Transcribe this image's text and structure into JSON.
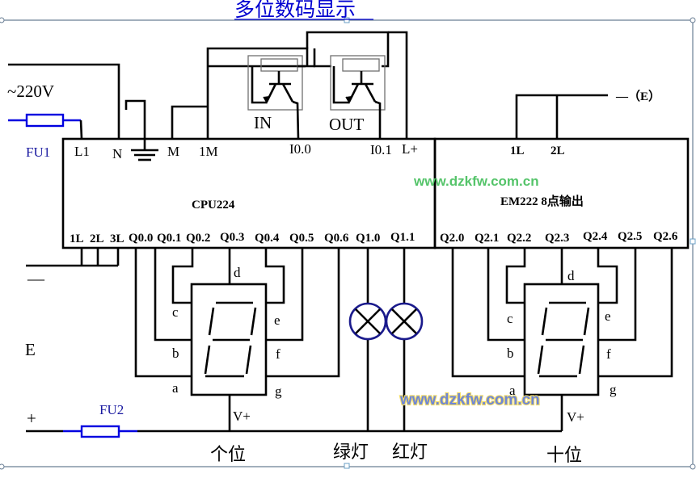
{
  "title": "多位数码显示",
  "power": {
    "ac_label": "~220V",
    "fuse1": "FU1",
    "fuse2": "FU2",
    "dc_minus": "—",
    "dc_label": "E",
    "dc_plus": "+",
    "em_supply": "—（E）"
  },
  "sensors": [
    {
      "label": "IN"
    },
    {
      "label": "OUT"
    }
  ],
  "cpu": {
    "name": "CPU224",
    "top_terminals": [
      "L1",
      "N",
      "M",
      "1M",
      "I0.0",
      "I0.1",
      "L+"
    ],
    "bottom_terminals": [
      "1L",
      "2L",
      "3L",
      "Q0.0",
      "Q0.1",
      "Q0.2",
      "Q0.3",
      "Q0.4",
      "Q0.5",
      "Q0.6",
      "Q1.0",
      "Q1.1"
    ]
  },
  "em": {
    "name": "EM222 8点输出",
    "top_terminals": [
      "1L",
      "2L"
    ],
    "bottom_terminals": [
      "Q2.0",
      "Q2.1",
      "Q2.2",
      "Q2.3",
      "Q2.4",
      "Q2.5",
      "Q2.6"
    ]
  },
  "digit_units": {
    "label": "个位",
    "segments": {
      "a": "a",
      "b": "b",
      "c": "c",
      "d": "d",
      "e": "e",
      "f": "f",
      "g": "g"
    },
    "vplus": "V+"
  },
  "digit_tens": {
    "label": "十位",
    "segments": {
      "a": "a",
      "b": "b",
      "c": "c",
      "d": "d",
      "e": "e",
      "f": "f",
      "g": "g"
    },
    "vplus": "V+"
  },
  "lamps": [
    {
      "label": "绿灯"
    },
    {
      "label": "红灯"
    }
  ],
  "watermarks": [
    "www.dzkfw.com.cn",
    "www.dzkfw.com.cn"
  ],
  "colors": {
    "title": "#0000d0",
    "fuse": "#0000e0",
    "lamp": "#1a1a8c",
    "watermark_green": "#55c46a",
    "watermark_blue": "#6f86d6"
  }
}
